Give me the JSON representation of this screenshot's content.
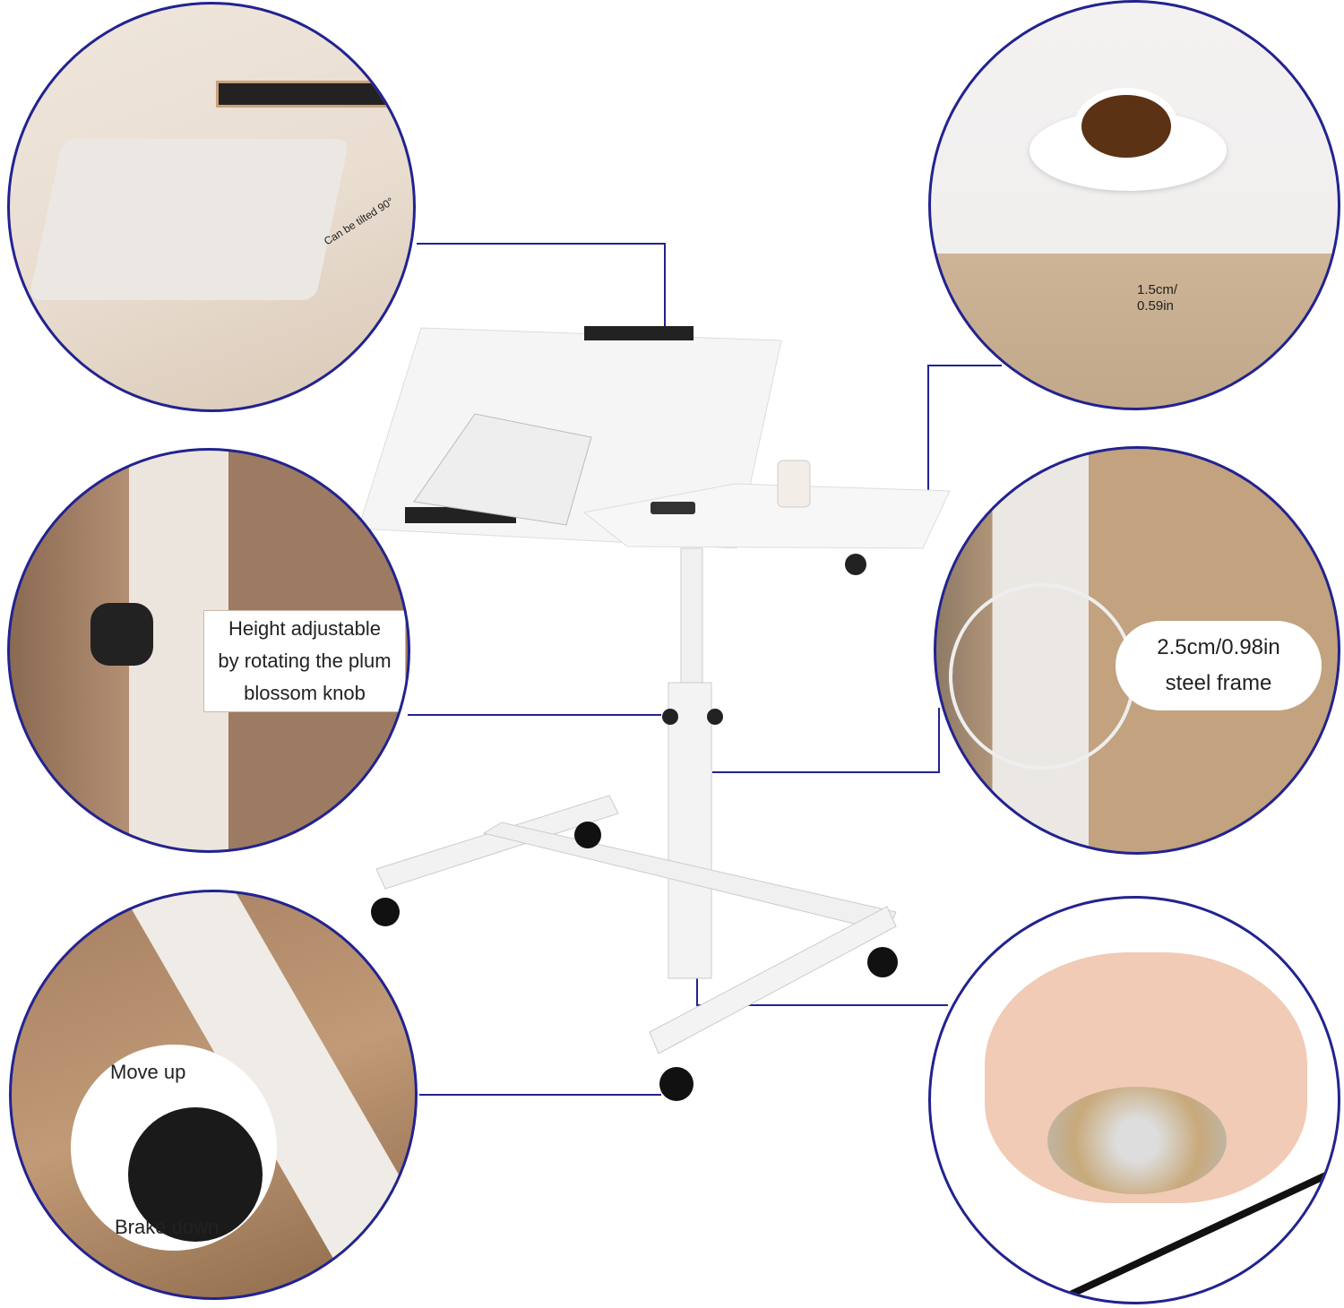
{
  "panels": {
    "tilt": {
      "label": "Can be tilted 90°"
    },
    "thickness": {
      "label_line1": "1.5cm/",
      "label_line2": "0.59in"
    },
    "height": {
      "label_line1": "Height adjustable",
      "label_line2": "by rotating the plum",
      "label_line3": "blossom knob"
    },
    "frame": {
      "label_line1": "2.5cm/0.98in",
      "label_line2": "steel frame"
    },
    "caster": {
      "label_top": "Move up",
      "label_bottom": "Brake down"
    }
  },
  "colors": {
    "border": "#22238f",
    "connector": "#22238f",
    "table": "#f4f4f4"
  }
}
